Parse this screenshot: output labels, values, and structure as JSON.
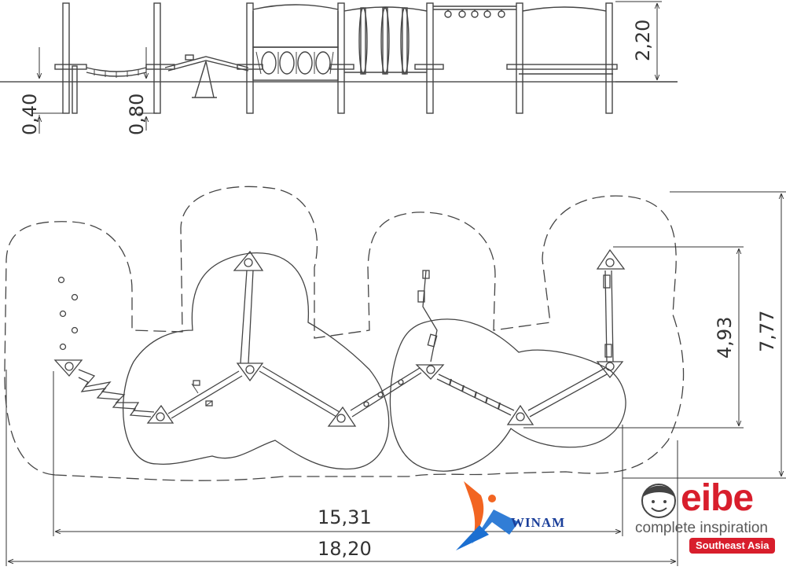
{
  "dimensions": {
    "depth_1": "0,40",
    "depth_2": "0,80",
    "height": "2,20",
    "inner_width": "15,31",
    "outer_width": "18,20",
    "inner_depth": "4,93",
    "outer_depth": "7,77"
  },
  "brand": {
    "name": "eibe",
    "tagline": "complete inspiration",
    "region": "Southeast Asia",
    "color": "#d81e2c"
  },
  "watermark": {
    "name": "WINAM",
    "colors": [
      "#f26522",
      "#1b6fd1"
    ]
  },
  "icons": [
    "child-face-icon",
    "winam-logo-icon"
  ]
}
